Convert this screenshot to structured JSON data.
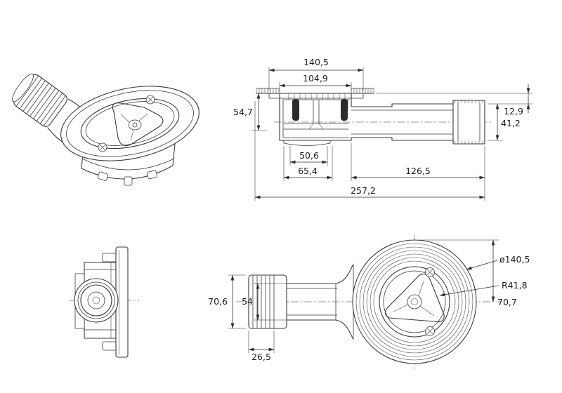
{
  "colors": {
    "line": "#3a3a3a",
    "dimension": "#2f2f2f",
    "text": "#1c1c1c",
    "background": "#ffffff",
    "seal_fill": "#2b2b2b"
  },
  "views": {
    "side_section": {
      "dims": {
        "flange_width": "140,5",
        "body_width": "104,9",
        "install_depth": "54,7",
        "top_offset": "12,9",
        "outlet_diameter": "41,2",
        "sump_width": "50,6",
        "base_width": "65,4",
        "outlet_length": "126,5",
        "total_length": "257,2"
      }
    },
    "top": {
      "dims": {
        "flange_diameter": "ø140,5",
        "insert_radius": "R41,8",
        "nut_width": "70,6",
        "pipe_width": "54",
        "center_to_top": "70,7",
        "nut_length": "26,5"
      }
    }
  }
}
